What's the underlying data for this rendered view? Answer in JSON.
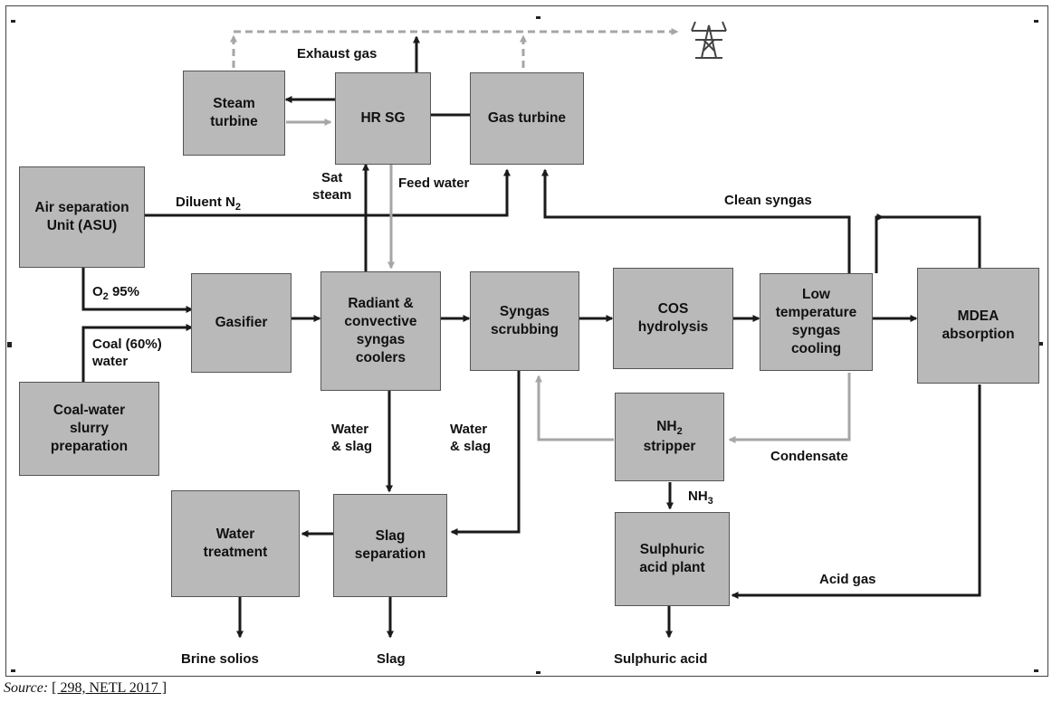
{
  "boxes": {
    "steam_turbine": "Steam\nturbine",
    "hrsg": "HR SG",
    "gas_turbine": "Gas turbine",
    "asu": "Air separation\nUnit (ASU)",
    "gasifier": "Gasifier",
    "coolers": "Radiant &\nconvective\nsyngas\ncoolers",
    "scrubbing": "Syngas\nscrubbing",
    "cos": "COS\nhydrolysis",
    "low_temp": "Low\ntemperature\nsyngas\ncooling",
    "mdea": "MDEA\nabsorption",
    "slurry": "Coal-water\nslurry\npreparation",
    "nh2_stripper": "NH2\nstripper",
    "water_treatment": "Water\ntreatment",
    "slag_separation": "Slag\nseparation",
    "sulphuric_plant": "Sulphuric\nacid plant"
  },
  "labels": {
    "exhaust_gas": "Exhaust gas",
    "sat_steam": "Sat\nsteam",
    "feed_water": "Feed water",
    "diluent_n2": "Diluent N",
    "diluent_n2_sub": "2",
    "clean_syngas": "Clean syngas",
    "o2_95": "O",
    "o2_sub": "2",
    "o2_rest": " 95%",
    "coal_water": "Coal (60%)\nwater",
    "water_slag_1": "Water\n& slag",
    "water_slag_2": "Water\n& slag",
    "condensate": "Condensate",
    "nh3": "NH",
    "nh3_sub": "3",
    "acid_gas": "Acid gas",
    "brine": "Brine solios",
    "slag": "Slag",
    "sulphuric_acid": "Sulphuric acid"
  },
  "source": {
    "lead": "Source:",
    "ref": "[ 298, NETL 2017 ]"
  },
  "colors": {
    "box_fill": "#b9b9b9",
    "main_line": "#1a1a1a",
    "grey_line": "#a6a6a6"
  }
}
